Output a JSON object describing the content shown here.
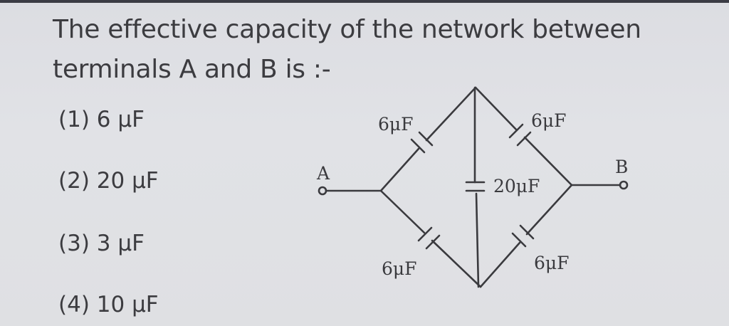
{
  "question": {
    "text": "The effective capacity of the network between terminals A and B is :-"
  },
  "options": [
    {
      "number": "(1)",
      "value": "6 μF"
    },
    {
      "number": "(2)",
      "value": "20 μF"
    },
    {
      "number": "(3)",
      "value": "3 μF"
    },
    {
      "number": "(4)",
      "value": "10 μF"
    }
  ],
  "circuit": {
    "terminal_a": "A",
    "terminal_b": "B",
    "capacitors": {
      "top_left": "6μF",
      "top_right": "6μF",
      "bottom_left": "6μF",
      "bottom_right": "6μF",
      "middle": "20μF"
    }
  }
}
